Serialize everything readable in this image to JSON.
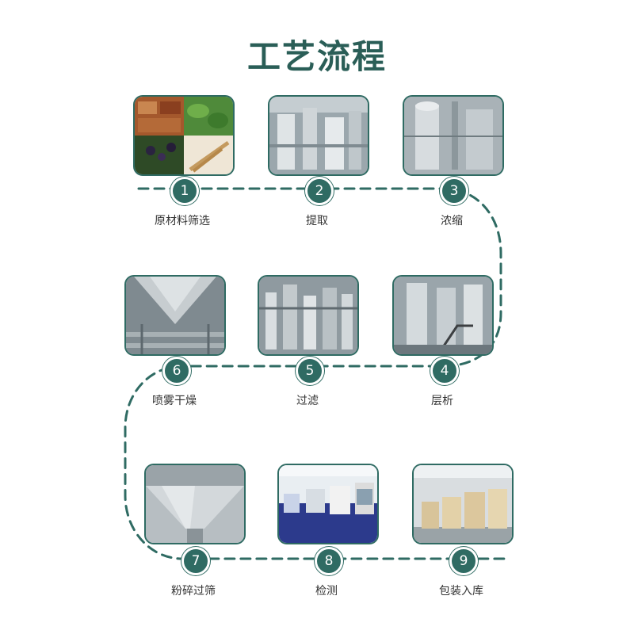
{
  "title": "工艺流程",
  "colors": {
    "accent": "#2f6b63",
    "title": "#2a5e57"
  },
  "steps": [
    {
      "number": "1",
      "label": "原材料筛选",
      "image": "raw-materials-image"
    },
    {
      "number": "2",
      "label": "提取",
      "image": "extraction-tanks-image"
    },
    {
      "number": "3",
      "label": "浓缩",
      "image": "concentration-equipment-image"
    },
    {
      "number": "4",
      "label": "层析",
      "image": "chromatography-columns-image"
    },
    {
      "number": "5",
      "label": "过滤",
      "image": "filtration-equipment-image"
    },
    {
      "number": "6",
      "label": "喷雾干燥",
      "image": "spray-dryer-image"
    },
    {
      "number": "7",
      "label": "粉碎过筛",
      "image": "crusher-hopper-image"
    },
    {
      "number": "8",
      "label": "检测",
      "image": "testing-lab-image"
    },
    {
      "number": "9",
      "label": "包装入库",
      "image": "warehouse-packaging-image"
    }
  ]
}
